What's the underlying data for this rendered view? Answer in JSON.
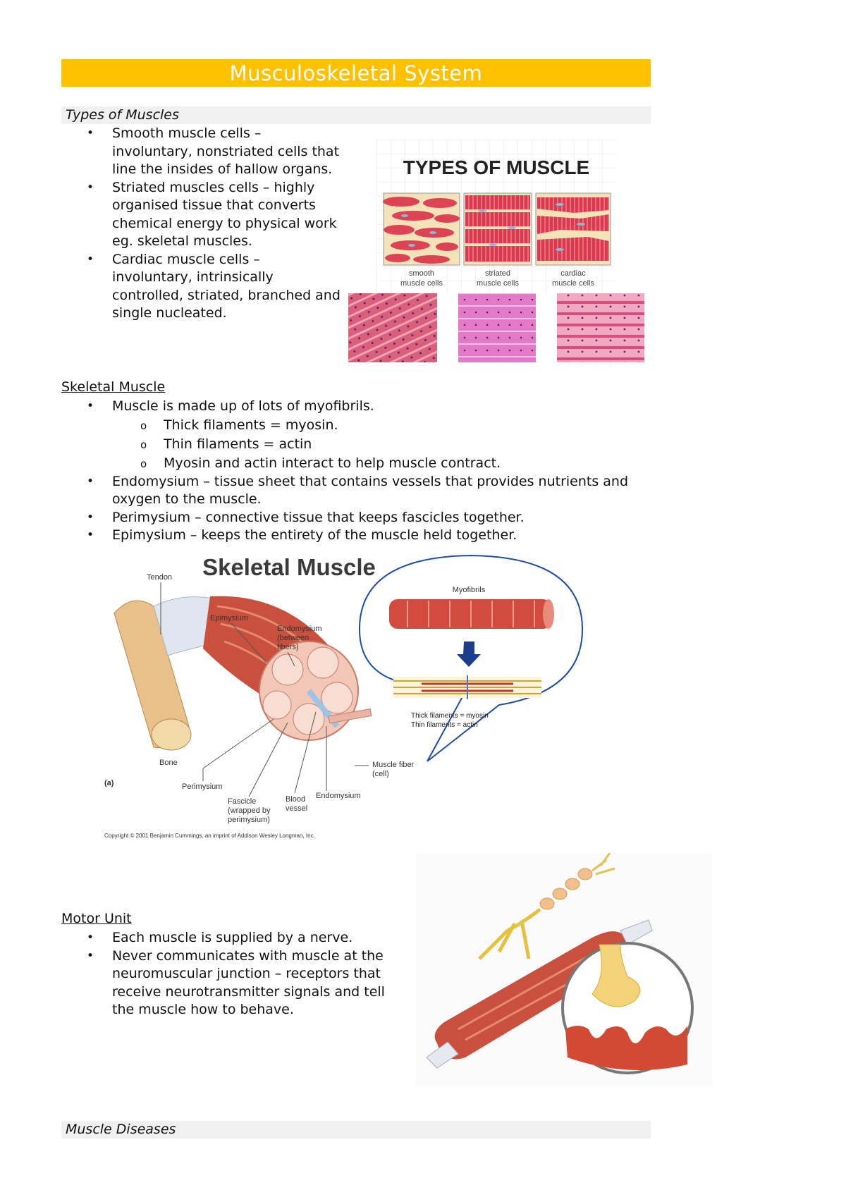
{
  "title": "Musculoskeletal System",
  "types_section": {
    "heading": "Types of Muscles",
    "items": [
      "Smooth muscle cells – involuntary, nonstriated cells that line the insides of hallow organs.",
      "Striated muscles cells – highly organised tissue that converts chemical energy to physical work eg. skeletal muscles.",
      "Cardiac muscle cells – involuntary, intrinsically controlled, striated, branched and single nucleated."
    ],
    "figure": {
      "title": "TYPES OF MUSCLE",
      "labels": [
        "smooth muscle cells",
        "striated muscle cells",
        "cardiac muscle cells"
      ]
    }
  },
  "skeletal_section": {
    "heading": "Skeletal Muscle ",
    "item1": "Muscle is made up of lots of myofibrils.",
    "subitems": [
      "Thick filaments = myosin.",
      "Thin filaments = actin",
      "Myosin and actin interact to help muscle contract."
    ],
    "items_after": [
      "Endomysium – tissue sheet that contains vessels that provides nutrients and oxygen to the muscle.",
      "Perimysium – connective tissue that keeps fascicles together.",
      "Epimysium – keeps the entirety of the muscle held together."
    ],
    "figure": {
      "title": "Skeletal Muscle",
      "tendon": "Tendon",
      "epimysium": "Epimysium",
      "endomysium_between_1": "Endomysium",
      "endomysium_between_2": "(between",
      "endomysium_between_3": "fibers)",
      "bone": "Bone",
      "panel": "(a)",
      "perimysium": "Perimysium",
      "fascicle_1": "Fascicle",
      "fascicle_2": "(wrapped by",
      "fascicle_3": "perimysium)",
      "blood_1": "Blood",
      "blood_2": "vessel",
      "endomysium": "Endomysium",
      "muscle_fiber_1": "Muscle fiber",
      "muscle_fiber_2": "(cell)",
      "myofibrils": "Myofibrils",
      "thick": "Thick filaments = myosin",
      "thin": "Thin filaments = actin",
      "copyright": "Copyright © 2001 Benjamin Cummings, an imprint of Addison Wesley Longman, Inc."
    }
  },
  "motor_section": {
    "heading": "Motor Unit ",
    "items": [
      "Each muscle is supplied by a nerve.",
      "Never communicates with muscle at the neuromuscular junction – receptors that receive neurotransmitter signals and tell the muscle how to behave."
    ]
  },
  "diseases_section": {
    "heading": "Muscle Diseases"
  }
}
